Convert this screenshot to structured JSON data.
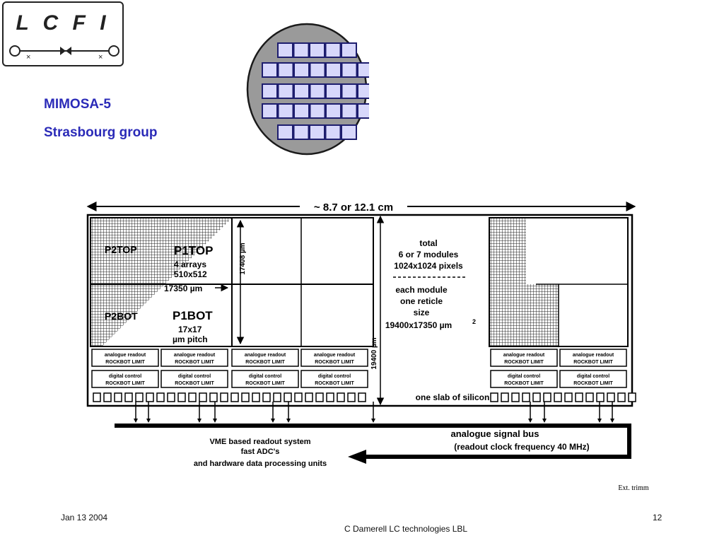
{
  "logo": {
    "text": "L C F I"
  },
  "slide": {
    "title": "MIMOSA-5",
    "subtitle": "Strasbourg group"
  },
  "diagram": {
    "width_label": "~ 8.7 or 12.1 cm",
    "p2top": "P2TOP",
    "p2bot": "P2BOT",
    "p1top": "P1TOP",
    "p1top_lines": [
      "4 arrays",
      "510x512",
      "17350 µm"
    ],
    "p1bot": "P1BOT",
    "p1bot_lines": [
      "17x17",
      "µm pitch"
    ],
    "module_height": "17408 µm",
    "slab_height": "19400 µm",
    "info_total": [
      "total",
      "6 or 7 modules",
      "1024x1024 pixels"
    ],
    "info_module": [
      "each module",
      "one reticle",
      "size",
      "19400x17350 µm"
    ],
    "info_module_sup": "2",
    "analogue_label": "analogue readout",
    "analogue_sub": "ROCKBOT LIMIT",
    "digital_label": "digital control",
    "digital_sub": "ROCKBOT LIMIT",
    "slab_label": "one slab of silicon",
    "bus_title": "analogue signal bus",
    "bus_sub": "(readout clock frequency 40 MHz)",
    "vme_lines": [
      "VME based readout system",
      "fast ADC's",
      "and hardware data processing units"
    ],
    "credit": "Ext. trimm"
  },
  "footer": {
    "date": "Jan 13 2004",
    "author": "C Damerell LC technologies LBL",
    "page": "12"
  },
  "colors": {
    "title": "#2b2bb8",
    "wafer_fill": "#9a9a9a",
    "chip_fill": "#d7d7fb",
    "chip_stroke": "#1d1d6e"
  }
}
